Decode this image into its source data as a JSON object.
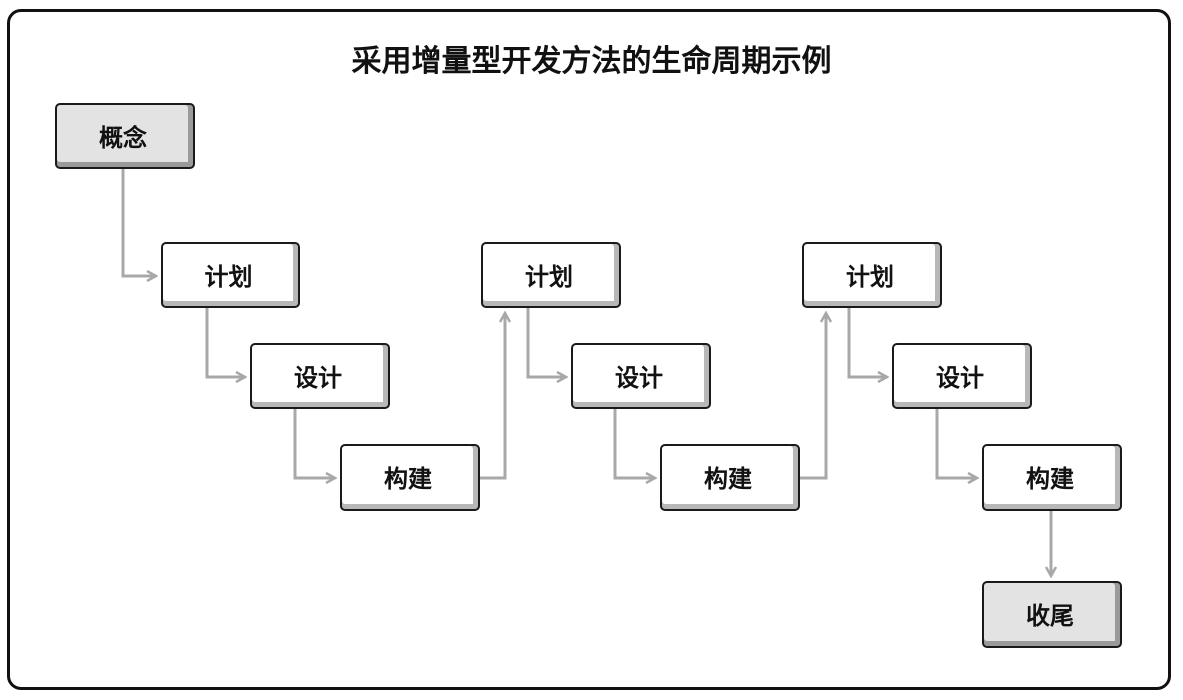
{
  "diagram": {
    "title": "采用增量型开发方法的生命周期示例",
    "start": "概念",
    "end": "收尾",
    "increments": [
      {
        "plan": "计划",
        "design": "设计",
        "build": "构建"
      },
      {
        "plan": "计划",
        "design": "设计",
        "build": "构建"
      },
      {
        "plan": "计划",
        "design": "设计",
        "build": "构建"
      }
    ]
  },
  "colors": {
    "connector": "#a8a8a8",
    "terminal_fill": "#e3e3e3",
    "box_border": "#1a1a1a"
  }
}
